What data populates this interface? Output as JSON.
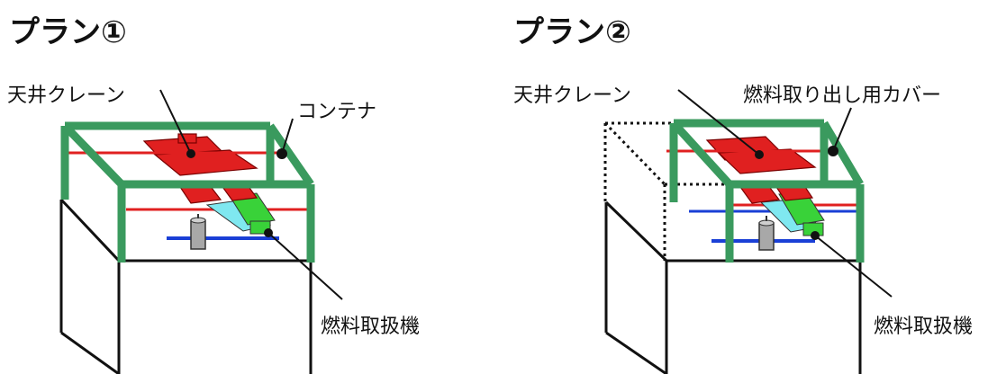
{
  "panels": [
    {
      "title": "プラン①",
      "labels": {
        "crane": "天井クレーン",
        "cover": "コンテナ",
        "handler": "燃料取扱機"
      }
    },
    {
      "title": "プラン②",
      "labels": {
        "crane": "天井クレーン",
        "cover": "燃料取り出し用カバー",
        "handler": "燃料取扱機"
      }
    }
  ],
  "colors": {
    "frame": "#3a9a5e",
    "crane": "#e02020",
    "rail_red": "#e02020",
    "rail_blue": "#1a3fd6",
    "handler_green": "#39d239",
    "handler_cyan": "#7fe8f0",
    "cask": "#a0a0a0",
    "outline": "#111111"
  }
}
